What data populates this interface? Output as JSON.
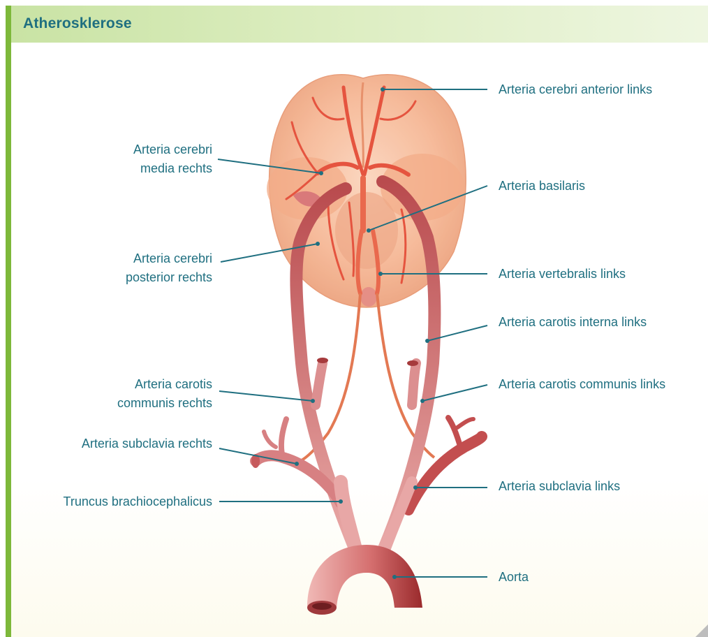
{
  "header": {
    "title": "Atherosklerose"
  },
  "labels": {
    "cerebri_anterior_links": "Arteria cerebri anterior links",
    "cerebri_media_rechts_1": "Arteria cerebri",
    "cerebri_media_rechts_2": "media rechts",
    "basilaris": "Arteria basilaris",
    "cerebri_posterior_rechts_1": "Arteria cerebri",
    "cerebri_posterior_rechts_2": "posterior rechts",
    "vertebralis_links": "Arteria vertebralis links",
    "carotis_interna_links": "Arteria carotis interna links",
    "carotis_communis_rechts_1": "Arteria carotis",
    "carotis_communis_rechts_2": "communis rechts",
    "carotis_communis_links": "Arteria carotis communis links",
    "subclavia_rechts": "Arteria subclavia rechts",
    "subclavia_links": "Arteria subclavia links",
    "truncus": "Truncus brachiocephalicus",
    "aorta": "Aorta"
  },
  "colors": {
    "accent_bar": "#7db83a",
    "title_text": "#1f6f80",
    "label_text": "#1f6f80",
    "leader_line": "#1f6f80",
    "brain": "#f6b592",
    "artery_main": "#b8474a",
    "artery_light": "#ebb0ad"
  }
}
